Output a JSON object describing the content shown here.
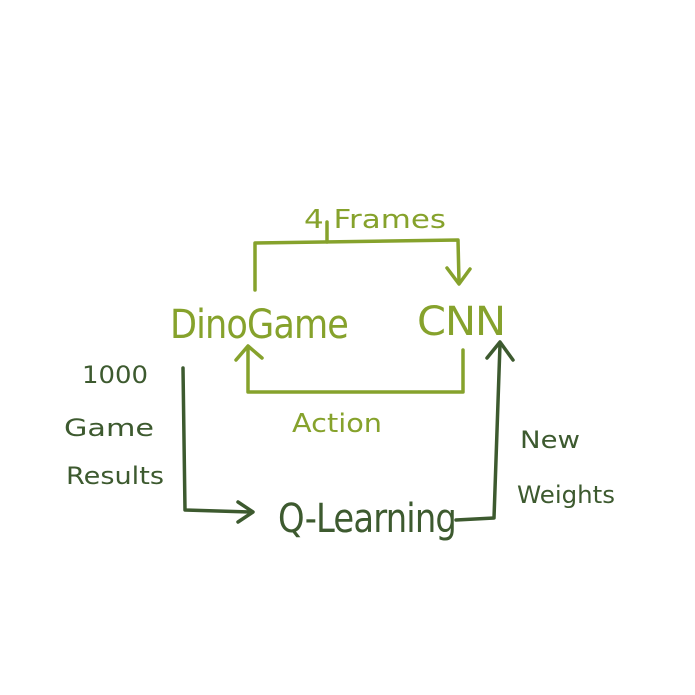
{
  "colors": {
    "light_green": "#86a22c",
    "dark_green": "#3d5a2f",
    "background": "#ffffff"
  },
  "nodes": {
    "dino_game": "DinoGame",
    "cnn": "CNN",
    "q_learning": "Q-Learning"
  },
  "edges": {
    "frames_label": "4 Frames",
    "action_label": "Action",
    "results_label_line1": "1000",
    "results_label_line2": "Game",
    "results_label_line3": "Results",
    "weights_label_line1": "New",
    "weights_label_line2": "Weights"
  }
}
